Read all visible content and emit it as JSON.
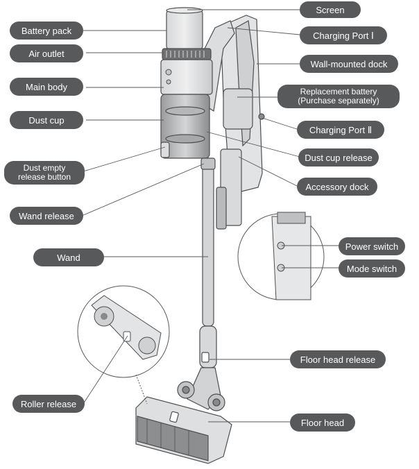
{
  "labels": {
    "screen": "Screen",
    "battery_pack": "Battery pack",
    "charging_port_1": "Charging Port Ⅰ",
    "air_outlet": "Air outlet",
    "wall_mounted_dock": "Wall-mounted dock",
    "main_body": "Main body",
    "replacement_battery_line1": "Replacement battery",
    "replacement_battery_line2": "(Purchase separately)",
    "dust_cup": "Dust cup",
    "charging_port_2": "Charging Port Ⅱ",
    "dust_cup_release": "Dust cup release",
    "dust_empty_line1": "Dust empty",
    "dust_empty_line2": "release button",
    "accessory_dock": "Accessory dock",
    "wand_release": "Wand release",
    "power_switch": "Power switch",
    "mode_switch": "Mode switch",
    "wand": "Wand",
    "floor_head_release": "Floor head release",
    "roller_release": "Roller release",
    "floor_head": "Floor head"
  },
  "colors": {
    "label_bg": "#58595b",
    "label_text": "#ffffff",
    "line": "#58595b",
    "body_light": "#e6e7e8",
    "body_mid": "#c8c9cb",
    "body_dark": "#8a8b8d",
    "outline": "#4d4e50"
  }
}
